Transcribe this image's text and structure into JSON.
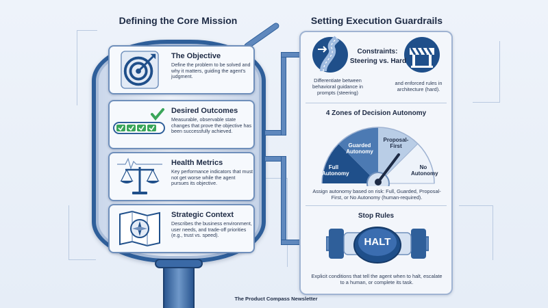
{
  "left": {
    "heading": "Defining the Core Mission",
    "cards": [
      {
        "title": "The Objective",
        "desc": "Define the problem to be solved and why it matters, guiding the agent's judgment.",
        "icon": "target-icon"
      },
      {
        "title": "Desired Outcomes",
        "desc": "Measurable, observable state changes that prove the objective has been successfully achieved.",
        "icon": "progress-checklist-icon"
      },
      {
        "title": "Health Metrics",
        "desc": "Key performance indicators that must not get worse while the agent pursues its objective.",
        "icon": "balance-scale-icon"
      },
      {
        "title": "Strategic Context",
        "desc": "Describes the business environment, user needs, and trade-off priorities (e.g., trust vs. speed).",
        "icon": "map-compass-icon"
      }
    ]
  },
  "right": {
    "heading": "Setting Execution Guardrails",
    "constraints": {
      "title": "Constraints:",
      "subtitle": "Steering vs. Hard",
      "left_desc": "Differentiate between behavioral guidance in prompts (steering)",
      "right_desc": "and enforced rules in architecture (hard)."
    },
    "zones": {
      "title": "4 Zones of Decision Autonomy",
      "labels": [
        "Full Autonomy",
        "Guarded Autonomy",
        "Proposal-First",
        "No Autonomy"
      ],
      "desc": "Assign autonomy based on risk: Full, Guarded, Proposal-First, or No Autonomy (human-required)."
    },
    "stop": {
      "title": "Stop Rules",
      "button": "HALT",
      "desc": "Explicit conditions that tell the agent when to halt, escalate to a human, or complete its task."
    }
  },
  "footer": "The Product Compass Newsletter",
  "colors": {
    "navy": "#1f4f8a",
    "mid_blue": "#5f88bd",
    "light_blue": "#d6e2f2",
    "check_green": "#3aa55a"
  }
}
